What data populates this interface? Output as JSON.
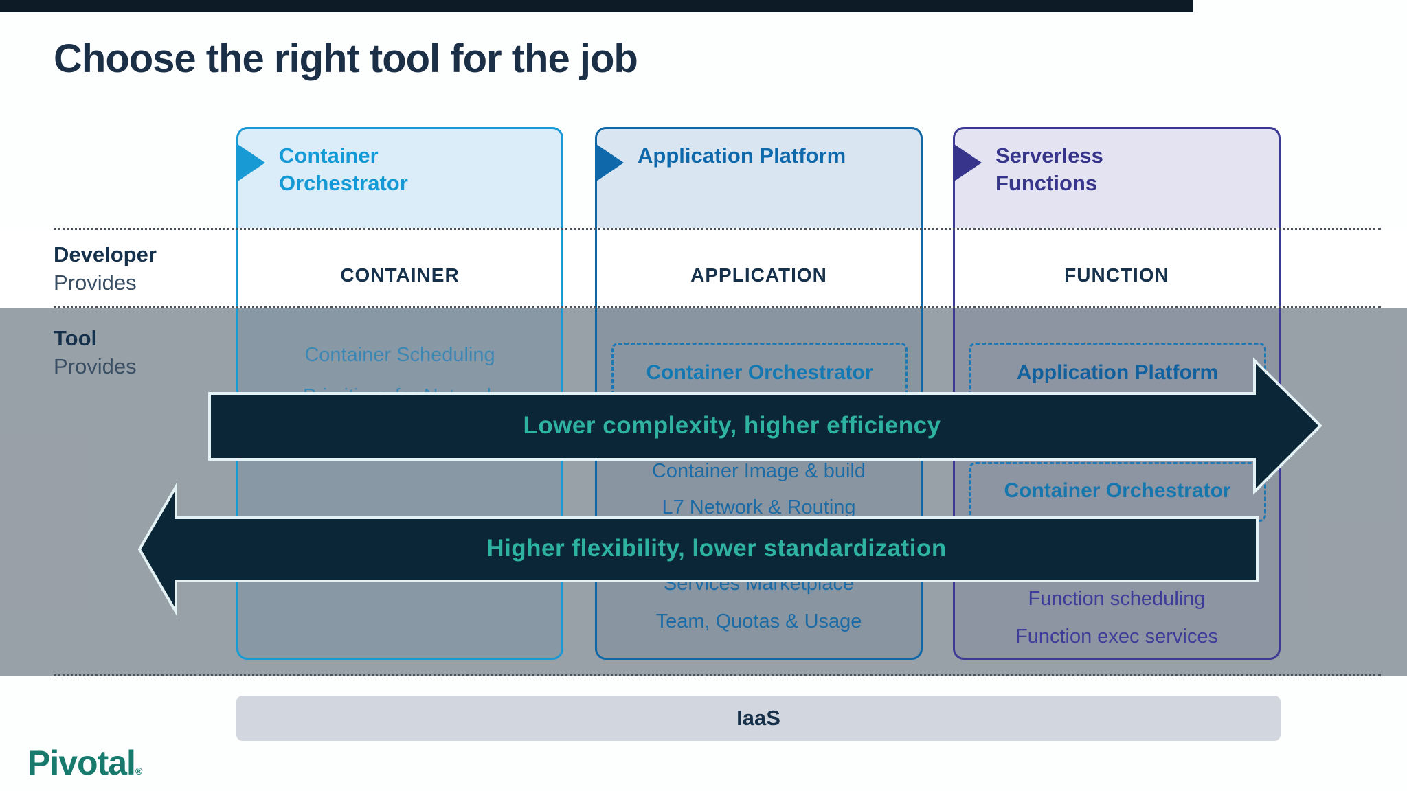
{
  "title": "Choose the right tool for the job",
  "rows": {
    "developer": {
      "label_bold": "Developer",
      "label_light": "Provides"
    },
    "tool": {
      "label_bold": "Tool",
      "label_light": "Provides"
    }
  },
  "columns": [
    {
      "header": "Container Orchestrator",
      "developer_provides": "CONTAINER",
      "badges": [],
      "items": [
        "Container Scheduling",
        "Primitives for Network"
      ]
    },
    {
      "header": "Application Platform",
      "developer_provides": "APPLICATION",
      "badges": [
        "Container Orchestrator"
      ],
      "items": [
        "Container Image & build",
        "L7 Network & Routing",
        "Services Marketplace",
        "Team, Quotas & Usage"
      ]
    },
    {
      "header": "Serverless Functions",
      "developer_provides": "FUNCTION",
      "badges": [
        "Application Platform",
        "Container Orchestrator"
      ],
      "items": [
        "Function scheduling",
        "Function exec services"
      ]
    }
  ],
  "arrows": {
    "right_label": "Lower complexity, higher efficiency",
    "left_label": "Higher flexibility, lower standardization"
  },
  "footer": {
    "iaas_label": "IaaS",
    "logo": "Pivotal",
    "logo_mark": "®"
  },
  "colors": {
    "col1_accent": "#189ad4",
    "col2_accent": "#0f67a5",
    "col3_accent": "#3c3a92",
    "arrow_fill": "#0b2737",
    "arrow_outline": "#e4f2f5",
    "arrow_text": "#2eb3a2",
    "navy_text": "#16304a",
    "overlay_gray": "rgba(80,92,105,0.58)",
    "iaas_bg": "#d2d6de",
    "logo_green": "#177a6d"
  }
}
